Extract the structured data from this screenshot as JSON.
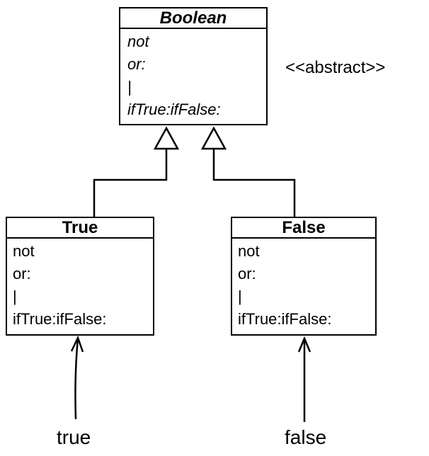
{
  "boolean_class": {
    "name": "Boolean",
    "methods": [
      "not",
      "or:",
      "|",
      "ifTrue:ifFalse:"
    ]
  },
  "stereotype": "<<abstract>>",
  "true_class": {
    "name": "True",
    "methods": [
      "not",
      "or:",
      "|",
      "ifTrue:ifFalse:"
    ]
  },
  "false_class": {
    "name": "False",
    "methods": [
      "not",
      "or:",
      "|",
      "ifTrue:ifFalse:"
    ]
  },
  "instances": {
    "true_label": "true",
    "false_label": "false"
  }
}
